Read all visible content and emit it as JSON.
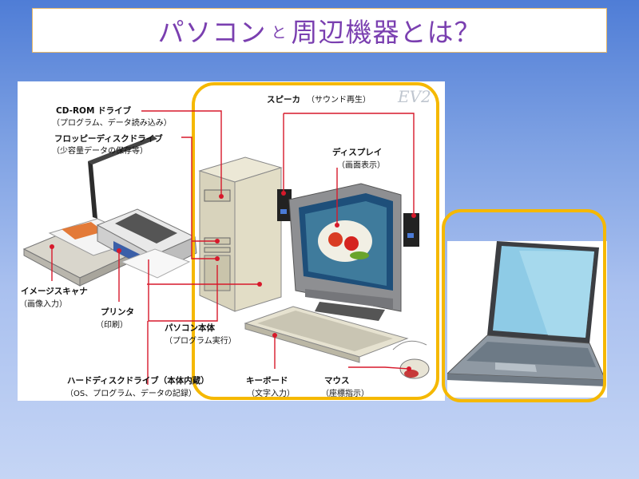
{
  "title": {
    "main": "パソコン",
    "small": "と",
    "rest": "周辺機器とは？"
  },
  "logo": "EV2",
  "labels": {
    "cdrom": {
      "name": "CD-ROM ドライブ",
      "desc": "（プログラム、データ読み込み）"
    },
    "floppy": {
      "name": "フロッピーディスクドライブ",
      "desc": "（少容量データの保存等）"
    },
    "speaker": {
      "name": "スピーカ",
      "desc": "（サウンド再生）"
    },
    "display": {
      "name": "ディスプレイ",
      "desc": "（画面表示）"
    },
    "scanner": {
      "name": "イメージスキャナ",
      "desc": "（画像入力）"
    },
    "printer": {
      "name": "プリンタ",
      "desc": "（印刷）"
    },
    "pcbody": {
      "name": "パソコン本体",
      "desc": "（プログラム実行）"
    },
    "hdd": {
      "name": "ハードディスクドライブ（本体内蔵）",
      "desc": "（OS、プログラム、データの記録）"
    },
    "keyboard": {
      "name": "キーボード",
      "desc": "（文字入力）"
    },
    "mouse": {
      "name": "マウス",
      "desc": "（座標指示）"
    }
  },
  "colors": {
    "highlight": "#f5b800",
    "leader": "#d7192b",
    "title_text": "#7a3fb0"
  }
}
